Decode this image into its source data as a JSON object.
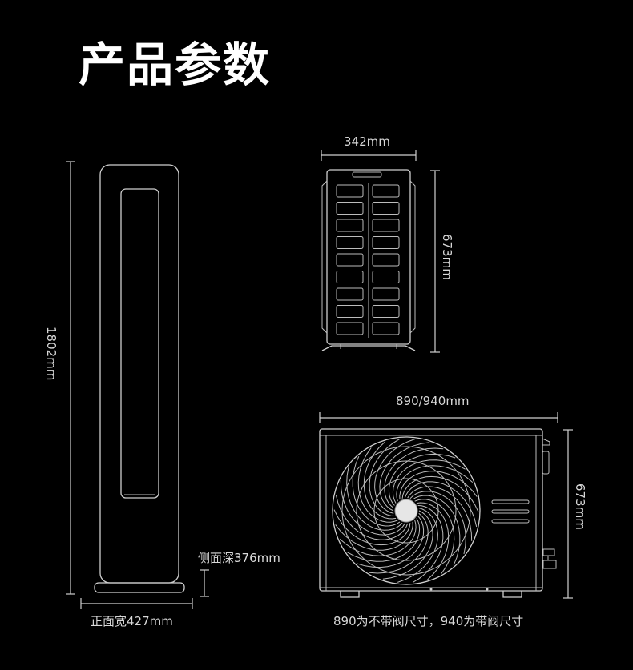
{
  "title": "产品参数",
  "indoor_unit": {
    "height_label": "1802mm",
    "front_width_label": "正面宽427mm",
    "side_depth_label": "侧面深376mm"
  },
  "outdoor_unit_side": {
    "width_label": "342mm",
    "height_label": "673mm"
  },
  "outdoor_unit_front": {
    "width_label": "890/940mm",
    "height_label": "673mm",
    "note": "890为不带阀尺寸，940为带阀尺寸"
  }
}
